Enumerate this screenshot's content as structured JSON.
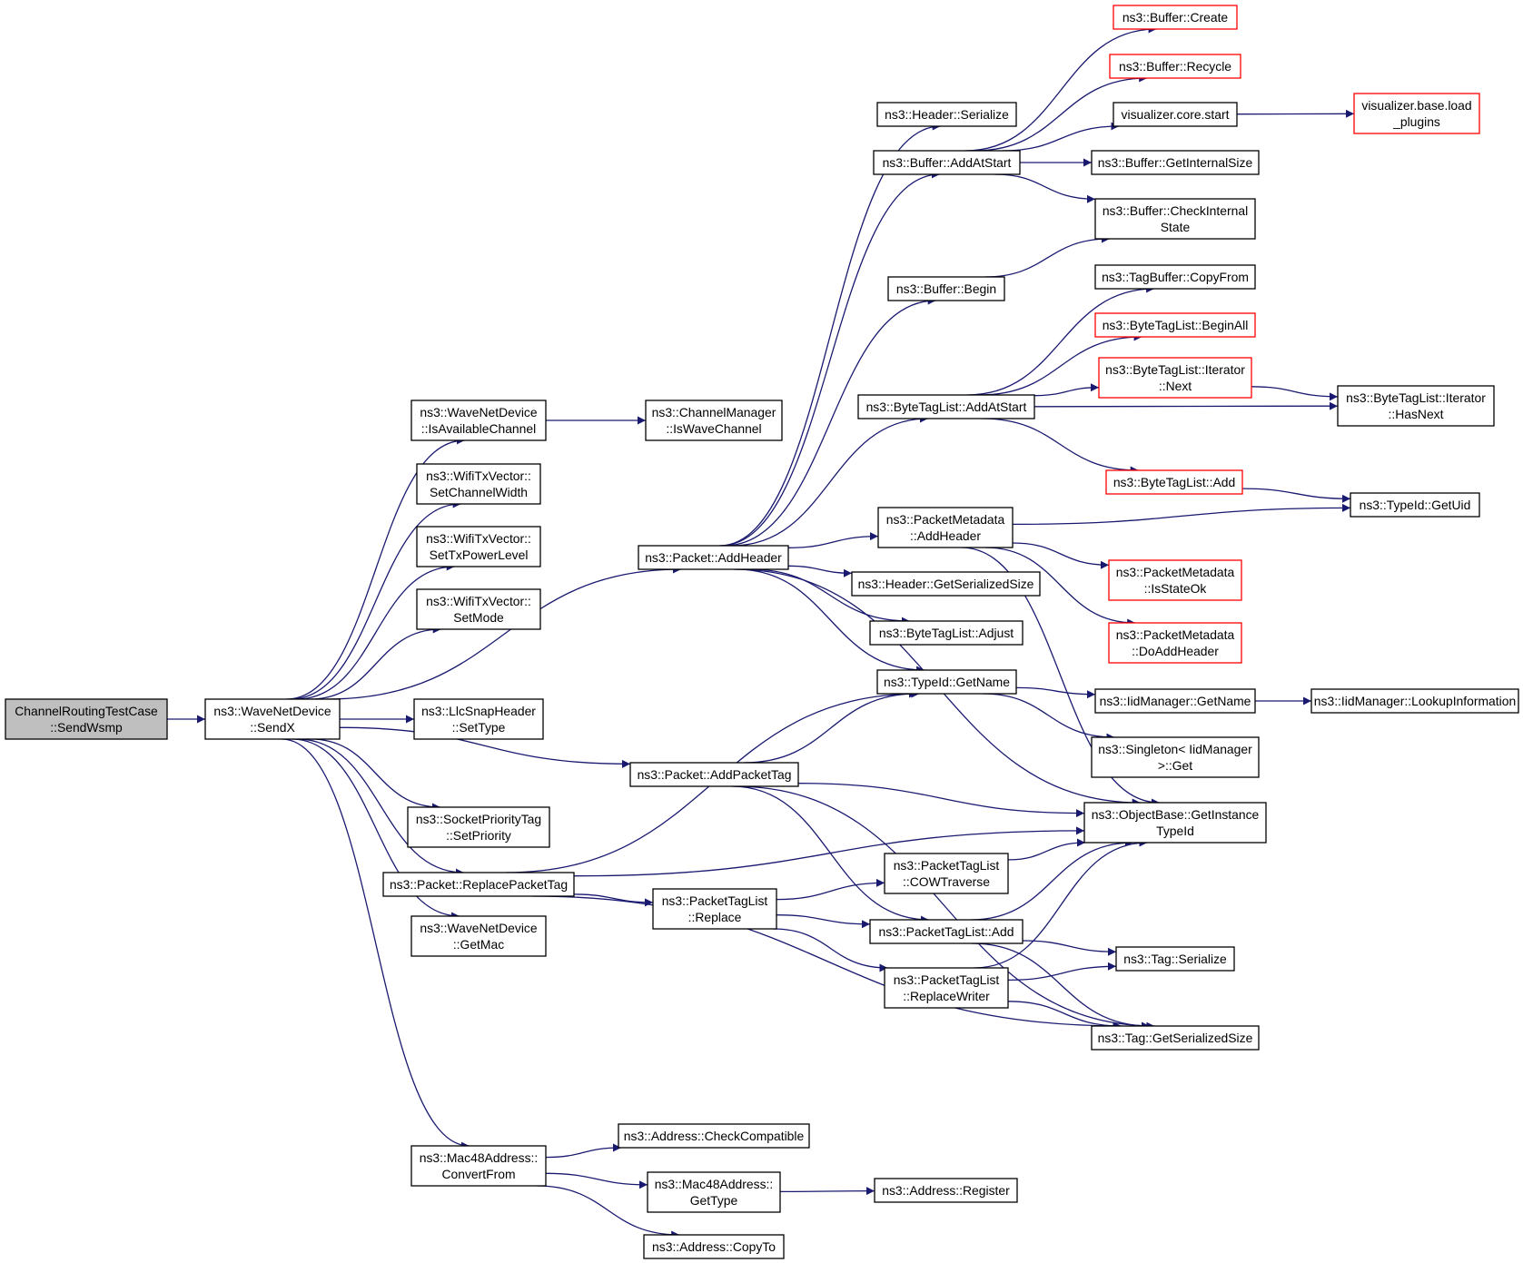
{
  "colors": {
    "edge": "#191970",
    "node_border": "#000000",
    "leaf_border": "#ff0000",
    "root_fill": "#bfbfbf",
    "node_fill": "#ffffff"
  },
  "nodes": [
    {
      "id": "root",
      "lines": [
        "ChannelRoutingTestCase",
        "::SendWsmp"
      ],
      "style": "root"
    },
    {
      "id": "sendx",
      "lines": [
        "ns3::WaveNetDevice",
        "::SendX"
      ],
      "style": "normal"
    },
    {
      "id": "isavail",
      "lines": [
        "ns3::WaveNetDevice",
        "::IsAvailableChannel"
      ],
      "style": "normal"
    },
    {
      "id": "iswave",
      "lines": [
        "ns3::ChannelManager",
        "::IsWaveChannel"
      ],
      "style": "normal"
    },
    {
      "id": "setchw",
      "lines": [
        "ns3::WifiTxVector::",
        "SetChannelWidth"
      ],
      "style": "normal"
    },
    {
      "id": "settxp",
      "lines": [
        "ns3::WifiTxVector::",
        "SetTxPowerLevel"
      ],
      "style": "normal"
    },
    {
      "id": "setmode",
      "lines": [
        "ns3::WifiTxVector::",
        "SetMode"
      ],
      "style": "normal"
    },
    {
      "id": "llcsettype",
      "lines": [
        "ns3::LlcSnapHeader",
        "::SetType"
      ],
      "style": "normal"
    },
    {
      "id": "setprio",
      "lines": [
        "ns3::SocketPriorityTag",
        "::SetPriority"
      ],
      "style": "normal"
    },
    {
      "id": "replacepkttag",
      "lines": [
        "ns3::Packet::ReplacePacketTag"
      ],
      "style": "normal"
    },
    {
      "id": "getmac",
      "lines": [
        "ns3::WaveNetDevice",
        "::GetMac"
      ],
      "style": "normal"
    },
    {
      "id": "convfrom",
      "lines": [
        "ns3::Mac48Address::",
        "ConvertFrom"
      ],
      "style": "normal"
    },
    {
      "id": "addheader",
      "lines": [
        "ns3::Packet::AddHeader"
      ],
      "style": "normal"
    },
    {
      "id": "addpkttag",
      "lines": [
        "ns3::Packet::AddPacketTag"
      ],
      "style": "normal"
    },
    {
      "id": "ptlreplace",
      "lines": [
        "ns3::PacketTagList",
        "::Replace"
      ],
      "style": "normal"
    },
    {
      "id": "checkcompat",
      "lines": [
        "ns3::Address::CheckCompatible"
      ],
      "style": "normal"
    },
    {
      "id": "macgettype",
      "lines": [
        "ns3::Mac48Address::",
        "GetType"
      ],
      "style": "normal"
    },
    {
      "id": "copyto",
      "lines": [
        "ns3::Address::CopyTo"
      ],
      "style": "normal"
    },
    {
      "id": "hdrserialize",
      "lines": [
        "ns3::Header::Serialize"
      ],
      "style": "normal"
    },
    {
      "id": "bufaddatstart",
      "lines": [
        "ns3::Buffer::AddAtStart"
      ],
      "style": "normal"
    },
    {
      "id": "bufbegin",
      "lines": [
        "ns3::Buffer::Begin"
      ],
      "style": "normal"
    },
    {
      "id": "btladdatstart",
      "lines": [
        "ns3::ByteTagList::AddAtStart"
      ],
      "style": "normal"
    },
    {
      "id": "pmaddheader",
      "lines": [
        "ns3::PacketMetadata",
        "::AddHeader"
      ],
      "style": "normal"
    },
    {
      "id": "hdrgetsersize",
      "lines": [
        "ns3::Header::GetSerializedSize"
      ],
      "style": "normal"
    },
    {
      "id": "btladjust",
      "lines": [
        "ns3::ByteTagList::Adjust"
      ],
      "style": "normal"
    },
    {
      "id": "typeidgetname",
      "lines": [
        "ns3::TypeId::GetName"
      ],
      "style": "normal"
    },
    {
      "id": "ptlcow",
      "lines": [
        "ns3::PacketTagList",
        "::COWTraverse"
      ],
      "style": "normal"
    },
    {
      "id": "ptladd",
      "lines": [
        "ns3::PacketTagList::Add"
      ],
      "style": "normal"
    },
    {
      "id": "ptlrepwriter",
      "lines": [
        "ns3::PacketTagList",
        "::ReplaceWriter"
      ],
      "style": "normal"
    },
    {
      "id": "addrregister",
      "lines": [
        "ns3::Address::Register"
      ],
      "style": "normal"
    },
    {
      "id": "bufcreate",
      "lines": [
        "ns3::Buffer::Create"
      ],
      "style": "leaf"
    },
    {
      "id": "bufrecycle",
      "lines": [
        "ns3::Buffer::Recycle"
      ],
      "style": "leaf"
    },
    {
      "id": "vizstart",
      "lines": [
        "visualizer.core.start"
      ],
      "style": "normal"
    },
    {
      "id": "bufgetint",
      "lines": [
        "ns3::Buffer::GetInternalSize"
      ],
      "style": "normal"
    },
    {
      "id": "bufcheck",
      "lines": [
        "ns3::Buffer::CheckInternal",
        "State"
      ],
      "style": "normal"
    },
    {
      "id": "tbcopyfrom",
      "lines": [
        "ns3::TagBuffer::CopyFrom"
      ],
      "style": "normal"
    },
    {
      "id": "btlbeginall",
      "lines": [
        "ns3::ByteTagList::BeginAll"
      ],
      "style": "leaf"
    },
    {
      "id": "btlitnext",
      "lines": [
        "ns3::ByteTagList::Iterator",
        "::Next"
      ],
      "style": "leaf"
    },
    {
      "id": "btladd",
      "lines": [
        "ns3::ByteTagList::Add"
      ],
      "style": "leaf"
    },
    {
      "id": "pmisstateok",
      "lines": [
        "ns3::PacketMetadata",
        "::IsStateOk"
      ],
      "style": "leaf"
    },
    {
      "id": "pmdoaddheader",
      "lines": [
        "ns3::PacketMetadata",
        "::DoAddHeader"
      ],
      "style": "leaf"
    },
    {
      "id": "iidgetname",
      "lines": [
        "ns3::IidManager::GetName"
      ],
      "style": "normal"
    },
    {
      "id": "singletonget",
      "lines": [
        "ns3::Singleton< IidManager",
        ">::Get"
      ],
      "style": "normal"
    },
    {
      "id": "obgetinst",
      "lines": [
        "ns3::ObjectBase::GetInstance",
        "TypeId"
      ],
      "style": "normal"
    },
    {
      "id": "tagserialize",
      "lines": [
        "ns3::Tag::Serialize"
      ],
      "style": "normal"
    },
    {
      "id": "taggetsersize",
      "lines": [
        "ns3::Tag::GetSerializedSize"
      ],
      "style": "normal"
    },
    {
      "id": "vizload",
      "lines": [
        "visualizer.base.load",
        "_plugins"
      ],
      "style": "leaf"
    },
    {
      "id": "btlithasnext",
      "lines": [
        "ns3::ByteTagList::Iterator",
        "::HasNext"
      ],
      "style": "normal"
    },
    {
      "id": "typeidgetuid",
      "lines": [
        "ns3::TypeId::GetUid"
      ],
      "style": "normal"
    },
    {
      "id": "iidlookup",
      "lines": [
        "ns3::IidManager::LookupInformation"
      ],
      "style": "normal"
    }
  ],
  "edges": [
    [
      "root",
      "sendx"
    ],
    [
      "sendx",
      "isavail"
    ],
    [
      "sendx",
      "setchw"
    ],
    [
      "sendx",
      "settxp"
    ],
    [
      "sendx",
      "setmode"
    ],
    [
      "sendx",
      "addheader"
    ],
    [
      "sendx",
      "llcsettype"
    ],
    [
      "sendx",
      "addpkttag"
    ],
    [
      "sendx",
      "setprio"
    ],
    [
      "sendx",
      "replacepkttag"
    ],
    [
      "sendx",
      "getmac"
    ],
    [
      "sendx",
      "convfrom"
    ],
    [
      "isavail",
      "iswave"
    ],
    [
      "addheader",
      "hdrserialize"
    ],
    [
      "addheader",
      "bufaddatstart"
    ],
    [
      "addheader",
      "bufbegin"
    ],
    [
      "addheader",
      "btladdatstart"
    ],
    [
      "addheader",
      "pmaddheader"
    ],
    [
      "addheader",
      "hdrgetsersize"
    ],
    [
      "addheader",
      "btladjust"
    ],
    [
      "addheader",
      "typeidgetname"
    ],
    [
      "addheader",
      "obgetinst"
    ],
    [
      "bufaddatstart",
      "bufcreate"
    ],
    [
      "bufaddatstart",
      "bufrecycle"
    ],
    [
      "bufaddatstart",
      "vizstart"
    ],
    [
      "bufaddatstart",
      "bufgetint"
    ],
    [
      "bufaddatstart",
      "bufcheck"
    ],
    [
      "bufbegin",
      "bufcheck"
    ],
    [
      "vizstart",
      "vizload"
    ],
    [
      "btladdatstart",
      "tbcopyfrom"
    ],
    [
      "btladdatstart",
      "btlbeginall"
    ],
    [
      "btladdatstart",
      "btlitnext"
    ],
    [
      "btladdatstart",
      "btlithasnext"
    ],
    [
      "btladdatstart",
      "btladd"
    ],
    [
      "btlitnext",
      "btlithasnext"
    ],
    [
      "btladd",
      "typeidgetuid"
    ],
    [
      "pmaddheader",
      "typeidgetuid"
    ],
    [
      "pmaddheader",
      "pmisstateok"
    ],
    [
      "pmaddheader",
      "pmdoaddheader"
    ],
    [
      "pmaddheader",
      "obgetinst"
    ],
    [
      "typeidgetname",
      "iidgetname"
    ],
    [
      "typeidgetname",
      "singletonget"
    ],
    [
      "iidgetname",
      "iidlookup"
    ],
    [
      "addpkttag",
      "typeidgetname"
    ],
    [
      "addpkttag",
      "obgetinst"
    ],
    [
      "addpkttag",
      "ptladd"
    ],
    [
      "addpkttag",
      "taggetsersize"
    ],
    [
      "replacepkttag",
      "typeidgetname"
    ],
    [
      "replacepkttag",
      "obgetinst"
    ],
    [
      "replacepkttag",
      "ptlreplace"
    ],
    [
      "replacepkttag",
      "taggetsersize"
    ],
    [
      "ptlreplace",
      "ptlcow"
    ],
    [
      "ptlreplace",
      "ptladd"
    ],
    [
      "ptlreplace",
      "ptlrepwriter"
    ],
    [
      "ptlcow",
      "obgetinst"
    ],
    [
      "ptladd",
      "obgetinst"
    ],
    [
      "ptladd",
      "tagserialize"
    ],
    [
      "ptladd",
      "taggetsersize"
    ],
    [
      "ptlrepwriter",
      "obgetinst"
    ],
    [
      "ptlrepwriter",
      "tagserialize"
    ],
    [
      "ptlrepwriter",
      "taggetsersize"
    ],
    [
      "convfrom",
      "checkcompat"
    ],
    [
      "convfrom",
      "macgettype"
    ],
    [
      "convfrom",
      "copyto"
    ],
    [
      "macgettype",
      "addrregister"
    ]
  ]
}
